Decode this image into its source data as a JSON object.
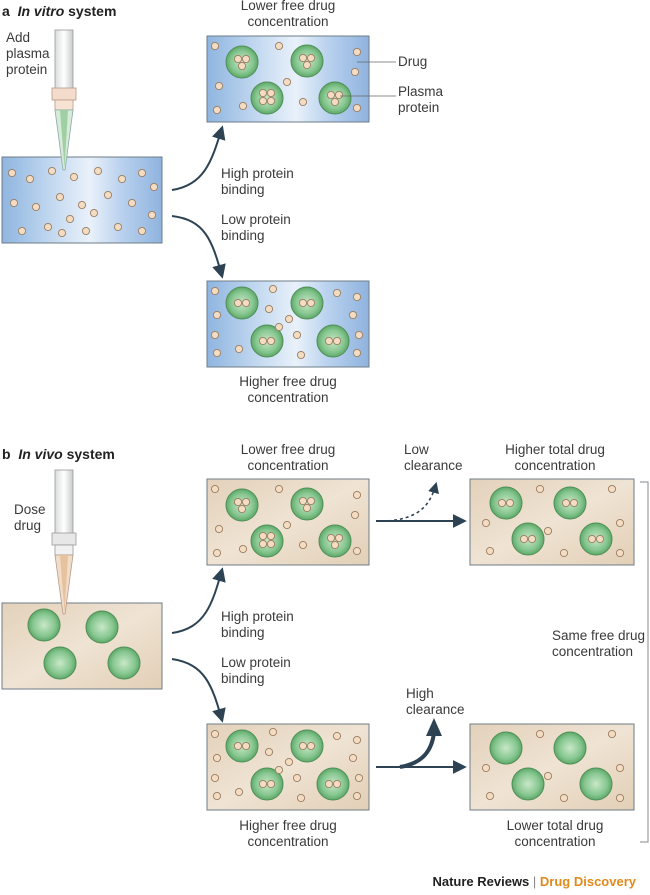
{
  "panel_a": {
    "letter": "a",
    "title_italic": "In vitro",
    "title_rest": " system",
    "add_label": [
      "Add",
      "plasma",
      "protein"
    ],
    "top_label": [
      "Lower free drug",
      "concentration"
    ],
    "bottom_label": [
      "Higher free drug",
      "concentration"
    ],
    "high_binding": [
      "High protein",
      "binding"
    ],
    "low_binding": [
      "Low protein",
      "binding"
    ],
    "legend_drug": "Drug",
    "legend_protein": [
      "Plasma",
      "protein"
    ]
  },
  "panel_b": {
    "letter": "b",
    "title_italic": "In vivo",
    "title_rest": " system",
    "dose_label": [
      "Dose",
      "drug"
    ],
    "top_label": [
      "Lower free drug",
      "concentration"
    ],
    "bottom_label": [
      "Higher free drug",
      "concentration"
    ],
    "high_binding": [
      "High protein",
      "binding"
    ],
    "low_binding": [
      "Low protein",
      "binding"
    ],
    "low_clearance": [
      "Low",
      "clearance"
    ],
    "high_clearance": [
      "High",
      "clearance"
    ],
    "right_top_label": [
      "Higher total drug",
      "concentration"
    ],
    "right_bottom_label": [
      "Lower total drug",
      "concentration"
    ],
    "same_free": [
      "Same free drug",
      "concentration"
    ]
  },
  "footer": {
    "brand": "Nature Reviews",
    "separator": " | ",
    "journal": "Drug Discovery"
  },
  "colors": {
    "in_vitro_fill": "#a9c9ea",
    "in_vivo_fill": "#e8d8c4",
    "protein_fill": "#7fc28a",
    "drug_fill": "#f2dcc2",
    "arrow": "#2d4353",
    "journal_orange": "#e08a1e"
  }
}
